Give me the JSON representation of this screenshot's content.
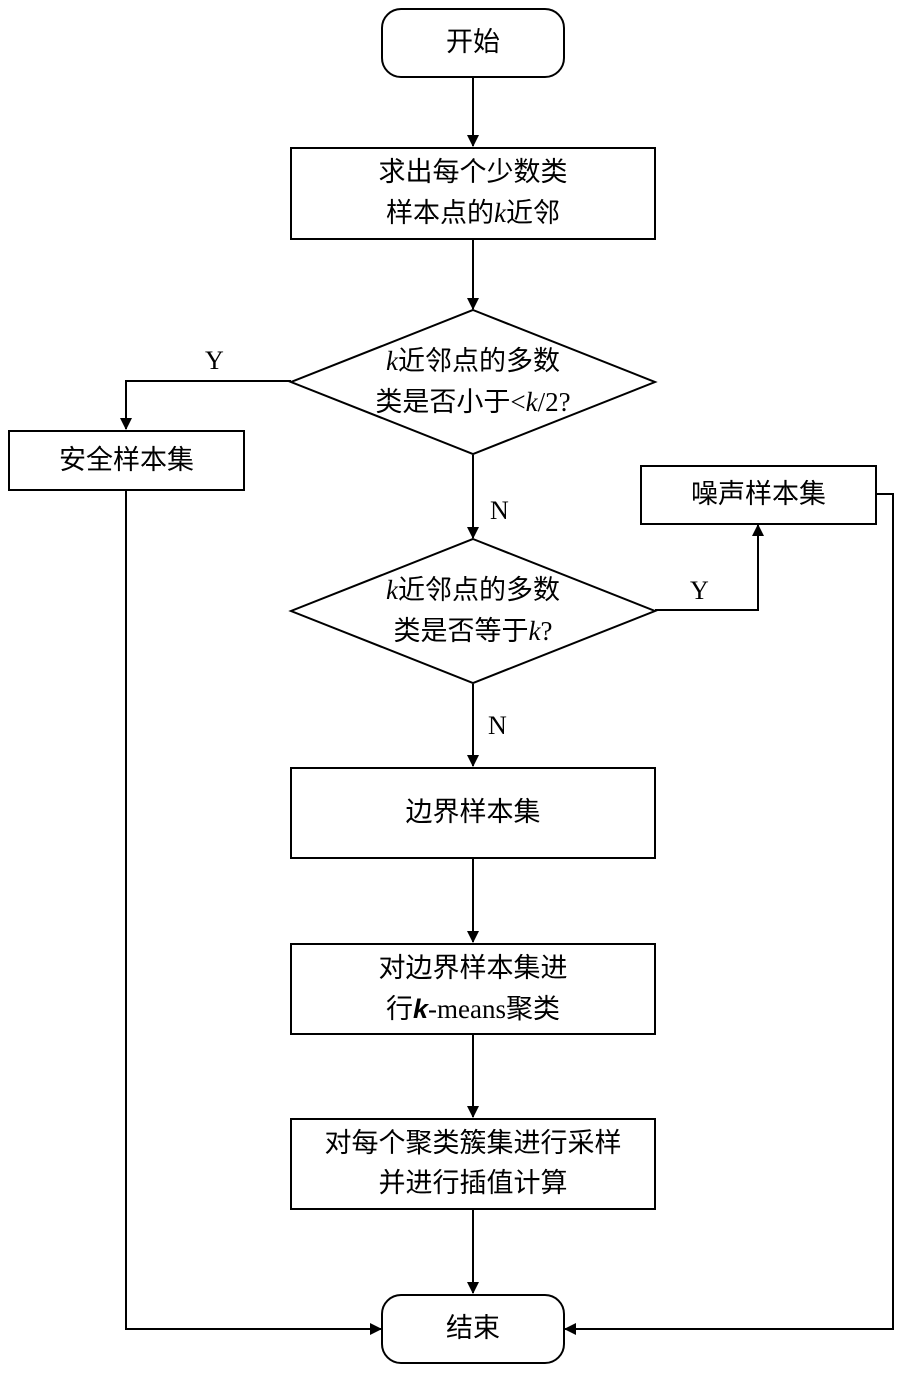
{
  "nodes": {
    "start": {
      "text": "开始"
    },
    "knn": {
      "line1": "求出每个少数类",
      "line2_pre": "样本点的",
      "line2_var": "k",
      "line2_post": "近邻"
    },
    "dec1": {
      "line1_var": "k",
      "line1_post": "近邻点的多数",
      "line2_pre": "类是否小于",
      "line2_lt": "<",
      "line2_var": "k",
      "line2_post": "/2?"
    },
    "safe": {
      "text": "安全样本集"
    },
    "noise": {
      "text": "噪声样本集"
    },
    "dec2": {
      "line1_var": "k",
      "line1_post": "近邻点的多数",
      "line2_pre": "类是否等于",
      "line2_var": "k",
      "line2_post": "?"
    },
    "border": {
      "text": "边界样本集"
    },
    "kmeans": {
      "line1": "对边界样本集进",
      "line2_pre": "行",
      "line2_var": "k",
      "line2_mid": "-means",
      "line2_post": "聚类"
    },
    "sample": {
      "line1": "对每个聚类簇集进行采样",
      "line2": "并进行插值计算"
    },
    "end": {
      "text": "结束"
    }
  },
  "edge_labels": {
    "dec1_yes": "Y",
    "dec1_no": "N",
    "dec2_yes": "Y",
    "dec2_no": "N"
  }
}
